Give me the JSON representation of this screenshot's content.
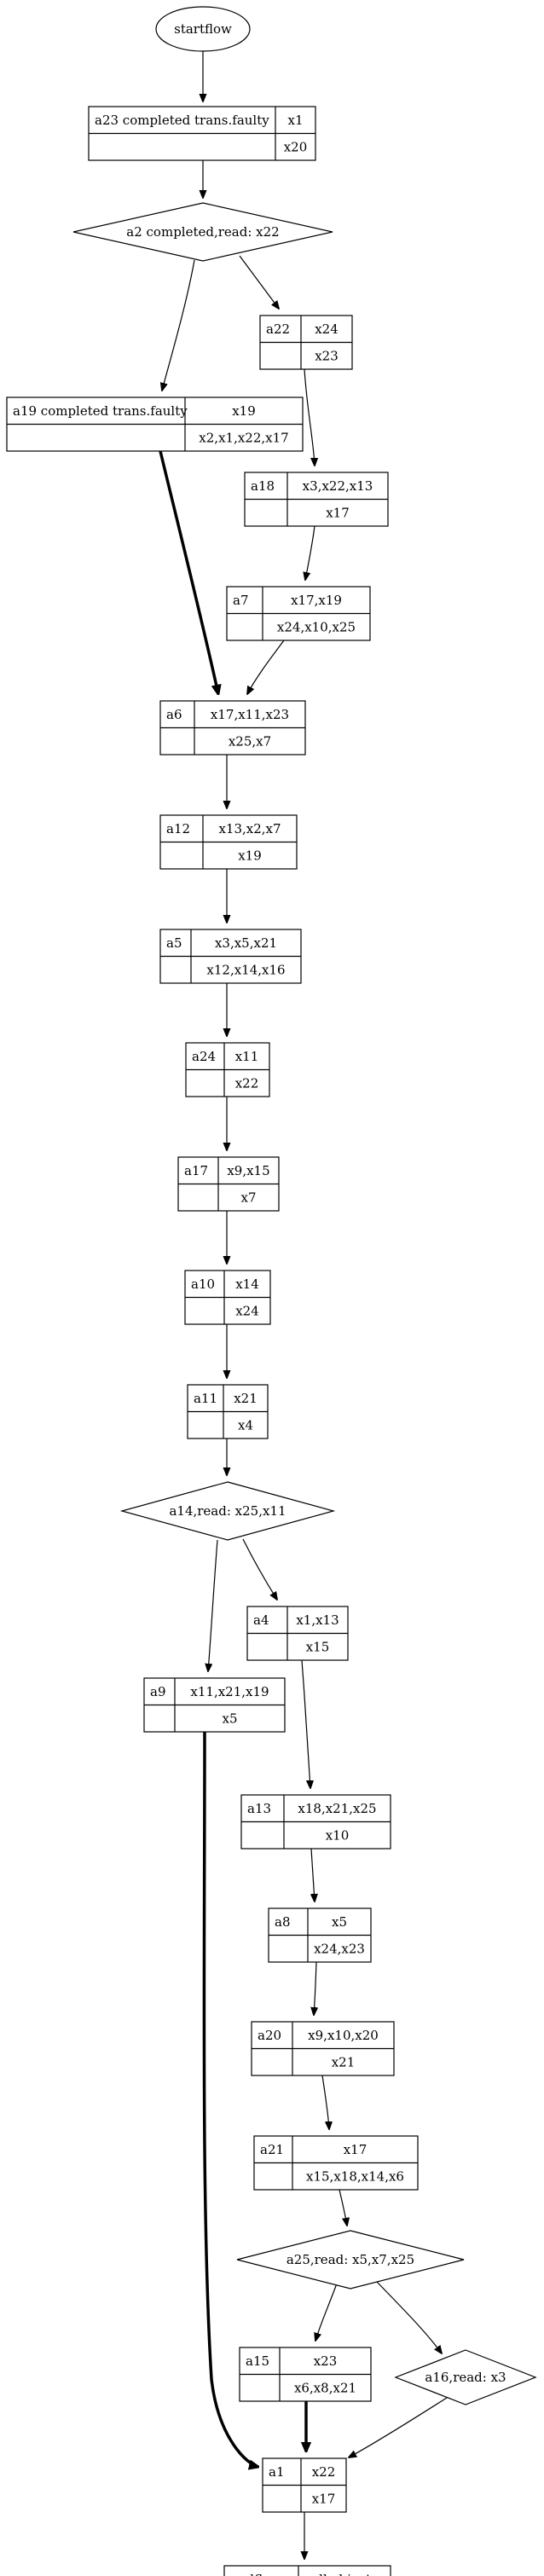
{
  "title": "",
  "nodes": [
    {
      "id": "startflow",
      "shape": "ellipse",
      "label": "startflow"
    },
    {
      "id": "a23",
      "shape": "record",
      "name": "a23 completed trans.faulty",
      "top": "x1",
      "bottom": "x20"
    },
    {
      "id": "a2",
      "shape": "diamond",
      "label": "a2 completed,read: x22"
    },
    {
      "id": "a22",
      "shape": "record",
      "name": "a22",
      "top": "x24",
      "bottom": "x23"
    },
    {
      "id": "a19",
      "shape": "record",
      "name": "a19 completed trans.faulty",
      "top": "x19",
      "bottom": "x2,x1,x22,x17"
    },
    {
      "id": "a18",
      "shape": "record",
      "name": "a18",
      "top": "x3,x22,x13",
      "bottom": "x17"
    },
    {
      "id": "a7",
      "shape": "record",
      "name": "a7",
      "top": "x17,x19",
      "bottom": "x24,x10,x25"
    },
    {
      "id": "a6",
      "shape": "record",
      "name": "a6",
      "top": "x17,x11,x23",
      "bottom": "x25,x7"
    },
    {
      "id": "a12",
      "shape": "record",
      "name": "a12",
      "top": "x13,x2,x7",
      "bottom": "x19"
    },
    {
      "id": "a5",
      "shape": "record",
      "name": "a5",
      "top": "x3,x5,x21",
      "bottom": "x12,x14,x16"
    },
    {
      "id": "a24",
      "shape": "record",
      "name": "a24",
      "top": "x11",
      "bottom": "x22"
    },
    {
      "id": "a17",
      "shape": "record",
      "name": "a17",
      "top": "x9,x15",
      "bottom": "x7"
    },
    {
      "id": "a10",
      "shape": "record",
      "name": "a10",
      "top": "x14",
      "bottom": "x24"
    },
    {
      "id": "a11",
      "shape": "record",
      "name": "a11",
      "top": "x21",
      "bottom": "x4"
    },
    {
      "id": "a14",
      "shape": "diamond",
      "label": "a14,read: x25,x11"
    },
    {
      "id": "a4",
      "shape": "record",
      "name": "a4",
      "top": "x1,x13",
      "bottom": "x15"
    },
    {
      "id": "a9",
      "shape": "record",
      "name": "a9",
      "top": "x11,x21,x19",
      "bottom": "x5"
    },
    {
      "id": "a13",
      "shape": "record",
      "name": "a13",
      "top": "x18,x21,x25",
      "bottom": "x10"
    },
    {
      "id": "a8",
      "shape": "record",
      "name": "a8",
      "top": "x5",
      "bottom": "x24,x23"
    },
    {
      "id": "a20",
      "shape": "record",
      "name": "a20",
      "top": "x9,x10,x20",
      "bottom": "x21"
    },
    {
      "id": "a21",
      "shape": "record",
      "name": "a21",
      "top": "x17",
      "bottom": "x15,x18,x14,x6"
    },
    {
      "id": "a25",
      "shape": "diamond",
      "label": "a25,read: x5,x7,x25"
    },
    {
      "id": "a15",
      "shape": "record",
      "name": "a15",
      "top": "x23",
      "bottom": "x6,x8,x21"
    },
    {
      "id": "a16",
      "shape": "diamond",
      "label": "a16,read: x3"
    },
    {
      "id": "a1",
      "shape": "record",
      "name": "a1",
      "top": "x22",
      "bottom": "x17"
    },
    {
      "id": "endflow",
      "shape": "record",
      "name": "endflow",
      "top": "all objects",
      "bottom": ""
    }
  ],
  "edges": [
    {
      "from": "startflow",
      "to": "a23",
      "bold": false
    },
    {
      "from": "a23",
      "to": "a2",
      "bold": false
    },
    {
      "from": "a2",
      "to": "a22",
      "bold": false
    },
    {
      "from": "a2",
      "to": "a19",
      "bold": false
    },
    {
      "from": "a22",
      "to": "a18",
      "bold": false
    },
    {
      "from": "a18",
      "to": "a7",
      "bold": false
    },
    {
      "from": "a19",
      "to": "a6",
      "bold": true
    },
    {
      "from": "a7",
      "to": "a6",
      "bold": false
    },
    {
      "from": "a6",
      "to": "a12",
      "bold": false
    },
    {
      "from": "a12",
      "to": "a5",
      "bold": false
    },
    {
      "from": "a5",
      "to": "a24",
      "bold": false
    },
    {
      "from": "a24",
      "to": "a17",
      "bold": false
    },
    {
      "from": "a17",
      "to": "a10",
      "bold": false
    },
    {
      "from": "a10",
      "to": "a11",
      "bold": false
    },
    {
      "from": "a11",
      "to": "a14",
      "bold": false
    },
    {
      "from": "a14",
      "to": "a4",
      "bold": false
    },
    {
      "from": "a14",
      "to": "a9",
      "bold": false
    },
    {
      "from": "a4",
      "to": "a13",
      "bold": false
    },
    {
      "from": "a13",
      "to": "a8",
      "bold": false
    },
    {
      "from": "a8",
      "to": "a20",
      "bold": false
    },
    {
      "from": "a20",
      "to": "a21",
      "bold": false
    },
    {
      "from": "a21",
      "to": "a25",
      "bold": false
    },
    {
      "from": "a25",
      "to": "a15",
      "bold": false
    },
    {
      "from": "a25",
      "to": "a16",
      "bold": false
    },
    {
      "from": "a9",
      "to": "a1",
      "bold": true
    },
    {
      "from": "a15",
      "to": "a1",
      "bold": true
    },
    {
      "from": "a16",
      "to": "a1",
      "bold": false
    },
    {
      "from": "a1",
      "to": "endflow",
      "bold": false
    }
  ]
}
